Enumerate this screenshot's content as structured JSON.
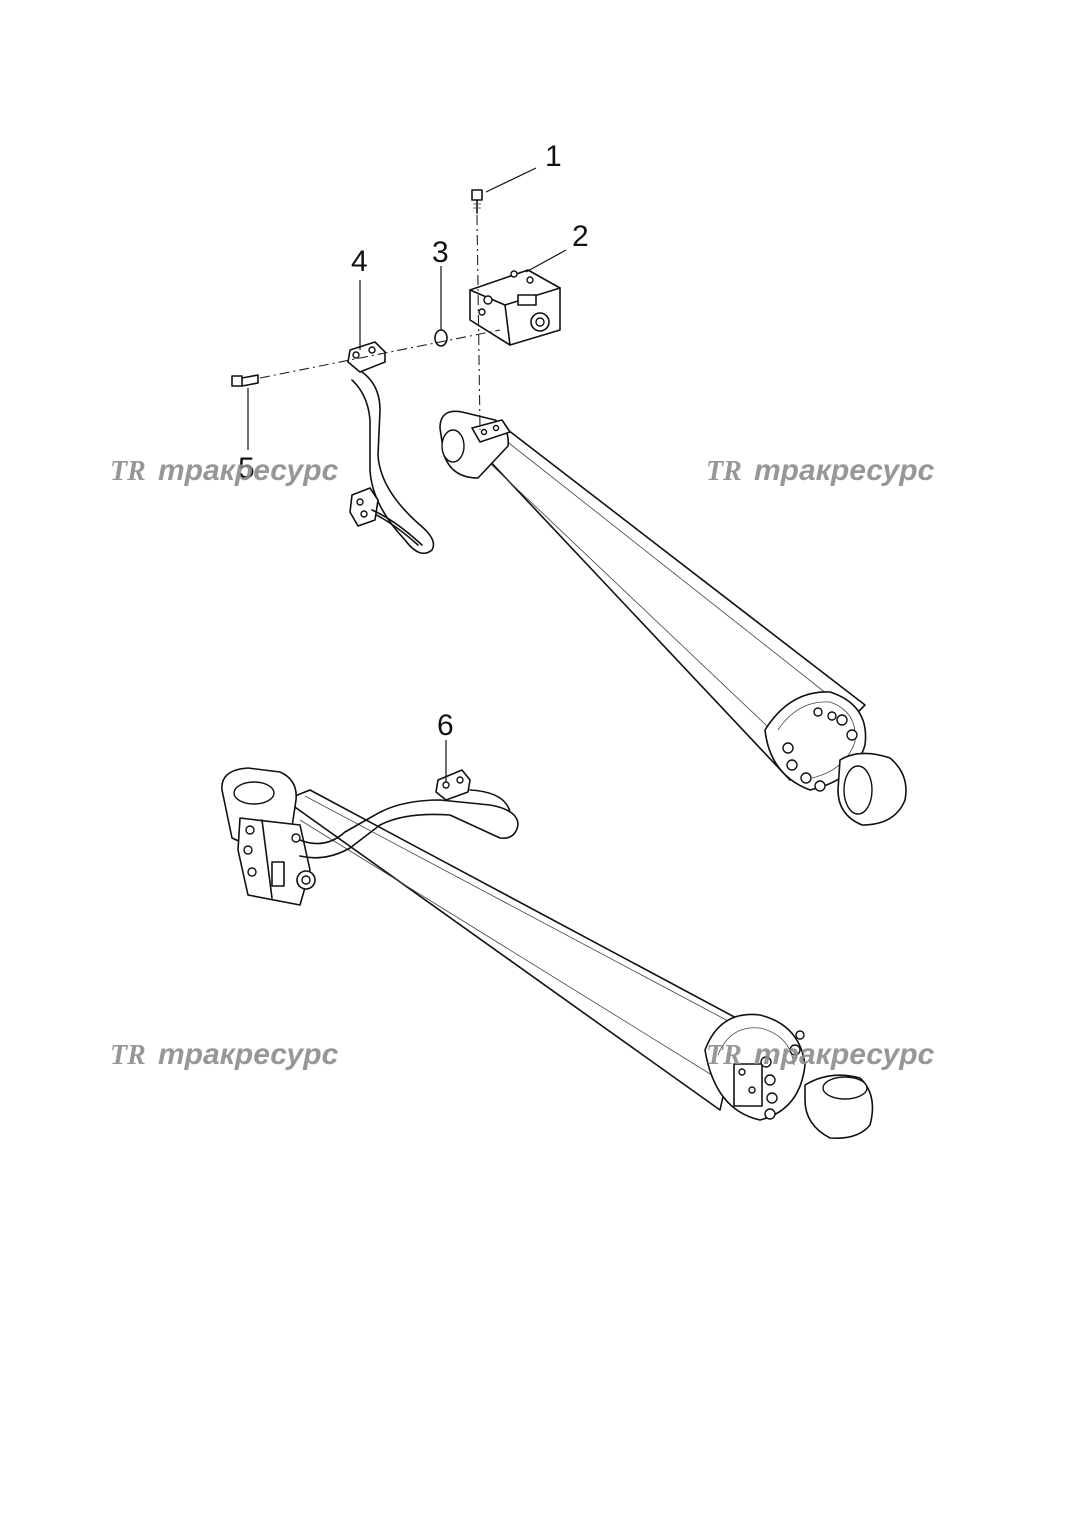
{
  "callouts": [
    {
      "id": "callout-1",
      "label": "1"
    },
    {
      "id": "callout-2",
      "label": "2"
    },
    {
      "id": "callout-3",
      "label": "3"
    },
    {
      "id": "callout-4",
      "label": "4"
    },
    {
      "id": "callout-5",
      "label": "5"
    },
    {
      "id": "callout-6",
      "label": "6"
    }
  ],
  "watermark": {
    "logo": "TR",
    "text": "тракресурс"
  },
  "colors": {
    "line": "#111111",
    "watermark": "#8c8c8c",
    "background": "#ffffff"
  }
}
